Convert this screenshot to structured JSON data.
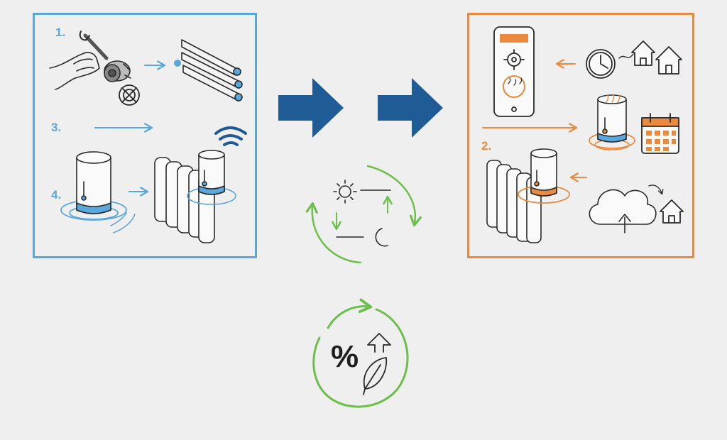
{
  "colors": {
    "background": "#efefef",
    "left_accent": "#5aa7dc",
    "right_accent": "#e98a3f",
    "arrow_blue": "#1f5c96",
    "cycle_green": "#6cbf4a",
    "ink": "#2a2a2a"
  },
  "left_panel": {
    "steps": [
      {
        "label": "1.",
        "icons": [
          "hand-wrench-icon",
          "valve-icon",
          "pipes-icon",
          "x-circle-icon"
        ]
      },
      {
        "label": "3.",
        "icons": [
          "long-arrow-icon"
        ]
      },
      {
        "label": "4.",
        "icons": [
          "smart-thermostat-icon",
          "radiator-icon",
          "wifi-icon"
        ]
      }
    ]
  },
  "center": {
    "arrows": [
      "big-arrow-right-1",
      "big-arrow-right-2"
    ],
    "cycle_icons": [
      "sun-icon",
      "moon-icon"
    ],
    "savings": {
      "symbol": "%",
      "icons": [
        "up-arrow-icon",
        "leaf-icon"
      ]
    }
  },
  "right_panel": {
    "steps": [
      {
        "label": "2.",
        "icons": [
          "smartphone-app-icon",
          "clock-icon",
          "houses-icon",
          "thermostat-icon",
          "calendar-icon",
          "radiator-thermostat-icon",
          "cloud-upload-icon",
          "house-icon"
        ]
      }
    ]
  }
}
